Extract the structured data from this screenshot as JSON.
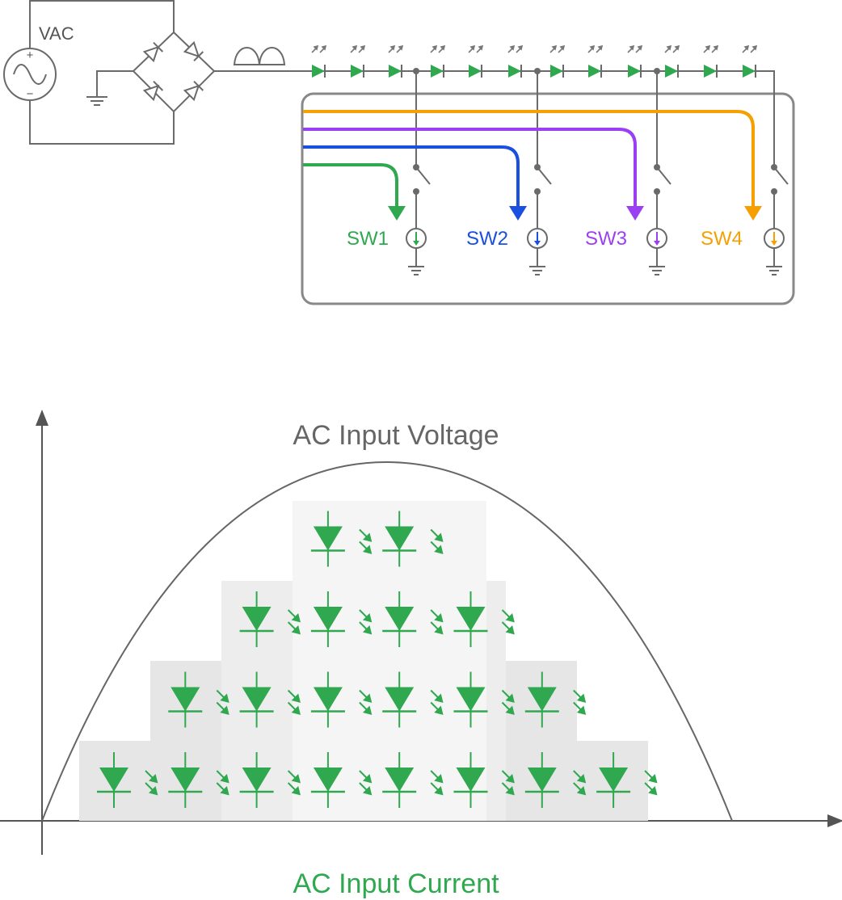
{
  "source": {
    "label": "VAC",
    "plus": "+",
    "minus": "−"
  },
  "switches": [
    {
      "label": "SW1",
      "color": "#2fa84f"
    },
    {
      "label": "SW2",
      "color": "#1a4fe0"
    },
    {
      "label": "SW3",
      "color": "#9b3ff2"
    },
    {
      "label": "SW4",
      "color": "#f5a000"
    }
  ],
  "waveform": {
    "voltage_label": "AC Input Voltage",
    "current_label": "AC Input Current",
    "led_stack_levels": [
      1,
      2,
      3,
      4,
      4,
      3,
      2,
      1
    ],
    "led_color": "#2fa84f",
    "panel_colors": [
      "#e6e6e6",
      "#ededed",
      "#f5f5f5"
    ]
  },
  "icons": [
    "ac-source-icon",
    "bridge-rectifier-icon",
    "rectified-wave-icon",
    "led-icon",
    "ground-icon",
    "current-source-icon",
    "switch-icon",
    "light-arrows-icon"
  ]
}
